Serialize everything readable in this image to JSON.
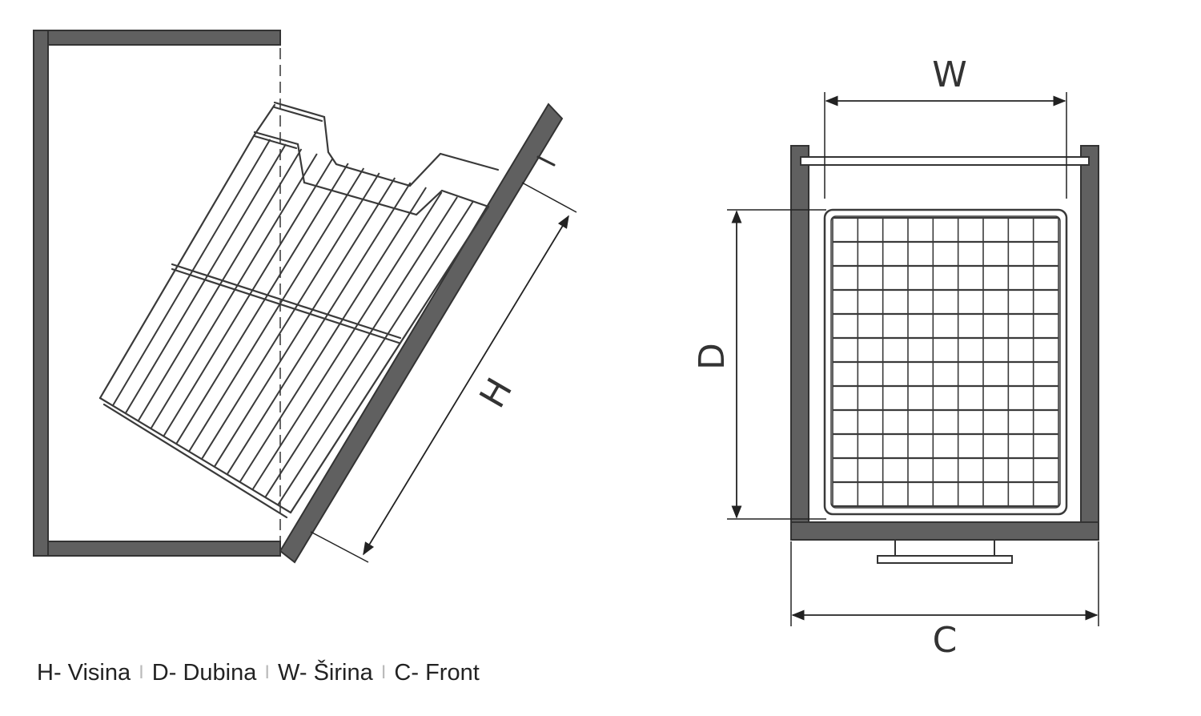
{
  "labels": {
    "height": "H",
    "depth": "D",
    "width": "W",
    "front": "C"
  },
  "legend": [
    {
      "text": "H- Visina"
    },
    {
      "text": "D- Dubina"
    },
    {
      "text": "W- Širina"
    },
    {
      "text": "C- Front"
    }
  ],
  "legend_separator": "I",
  "colors": {
    "panel": "#5f5f5f",
    "wire": "#3a3a3a",
    "line": "#222222"
  }
}
